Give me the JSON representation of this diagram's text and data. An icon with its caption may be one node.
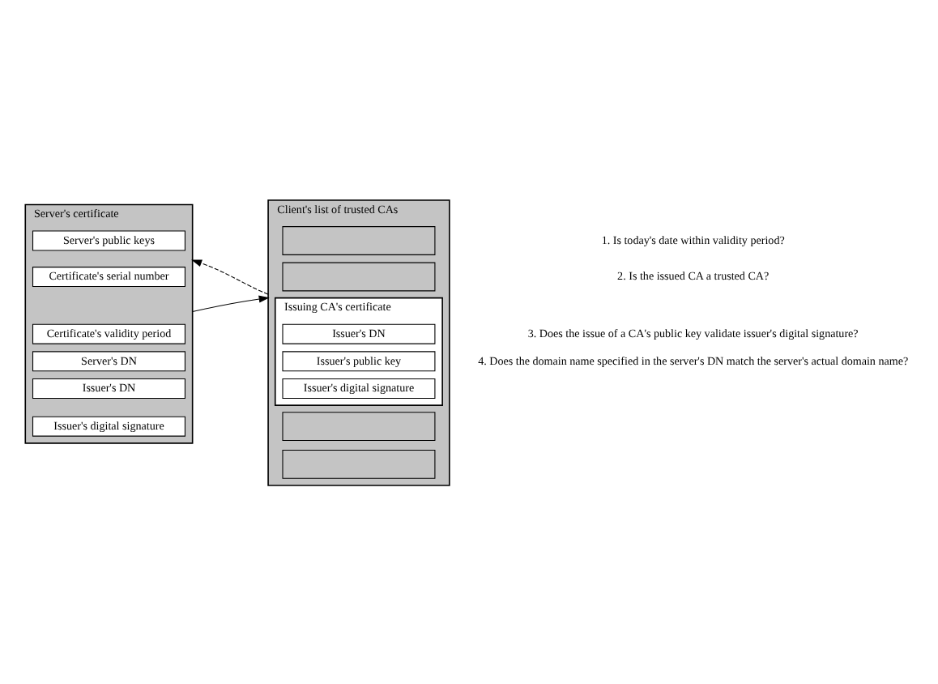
{
  "diagram": {
    "nodes": [
      {
        "text": [
          "Server's certificate"
        ]
      },
      {
        "text": [
          "Server's public keys"
        ],
        "in": 0
      },
      {
        "text": [
          "Certificate's serial number"
        ],
        "in": 0
      },
      {
        "text": [
          "Certificate's validity period"
        ],
        "in": 0
      },
      {
        "text": [
          "Server's DN"
        ],
        "in": 0
      },
      {
        "text": [
          "Issuer's DN"
        ],
        "in": 0
      },
      {
        "text": [
          "Issuer's digital signature"
        ],
        "in": 0
      },
      {
        "text": [
          "Client's list of trusted CAs"
        ]
      },
      {
        "text": [],
        "shape": "box",
        "in": 7
      },
      {
        "text": [],
        "shape": "box",
        "in": 7
      },
      {
        "text": [
          "Issuing CA's certificate"
        ],
        "in": 7
      },
      {
        "text": [
          "Issuer's DN"
        ],
        "in": 10
      },
      {
        "text": [
          "Issuer's public key"
        ],
        "in": 10
      },
      {
        "text": [
          "Issuer's digital signature"
        ],
        "in": 10
      },
      {
        "text": [],
        "shape": "box",
        "in": 7
      },
      {
        "text": [],
        "shape": "box",
        "in": 7
      }
    ],
    "edges": [
      {
        "from": 0,
        "to": 7,
        "arrow": "to"
      },
      {
        "from": 7,
        "to": 0,
        "arrow": "to",
        "style": "dashed"
      }
    ],
    "labels": [
      "1. Is today's date within validity period?",
      "2. Is the issued CA a trusted CA?",
      "3. Does the issue of a CA's public key validate issuer's digital signature?",
      "4. Does the domain name specified in the server's DN match the server's actual domain name?"
    ]
  }
}
